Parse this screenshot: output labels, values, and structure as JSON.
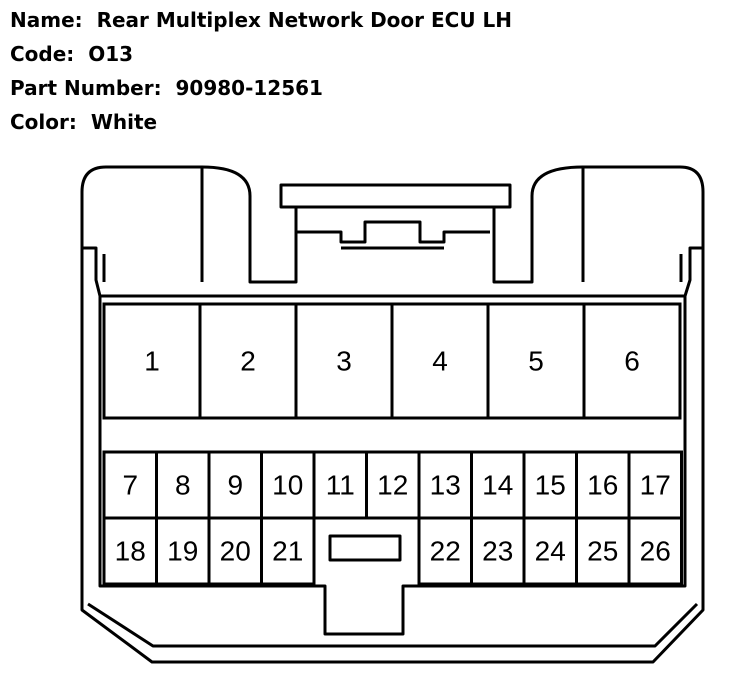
{
  "header": {
    "name_label": "Name:",
    "name_value": "Rear Multiplex Network Door ECU LH",
    "code_label": "Code:",
    "code_value": "O13",
    "part_label": "Part Number:",
    "part_value": "90980-12561",
    "color_label": "Color:",
    "color_value": "White"
  },
  "connector": {
    "top_row": [
      "1",
      "2",
      "3",
      "4",
      "5",
      "6"
    ],
    "middle_row": [
      "7",
      "8",
      "9",
      "10",
      "11",
      "12",
      "13",
      "14",
      "15",
      "16",
      "17"
    ],
    "bottom_row_left": [
      "18",
      "19",
      "20",
      "21"
    ],
    "bottom_row_right": [
      "22",
      "23",
      "24",
      "25",
      "26"
    ]
  }
}
